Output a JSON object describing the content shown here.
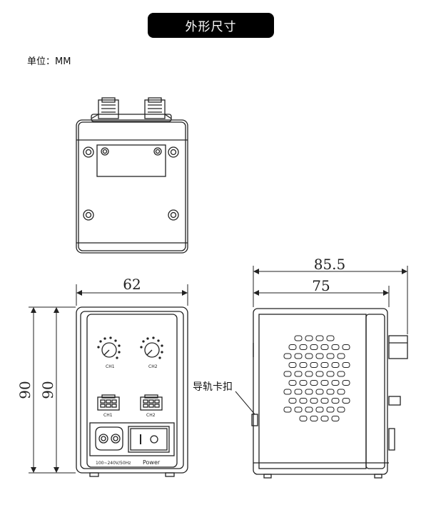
{
  "header": {
    "title": "外形尺寸"
  },
  "unit_label": "单位：MM",
  "dimensions": {
    "width": "62",
    "height_outer": "90",
    "height_inner": "90",
    "depth_total": "85.5",
    "depth_body": "75"
  },
  "front_panel": {
    "knob1_label": "CH1",
    "knob2_label": "CH2",
    "connector1_label": "CH1",
    "connector2_label": "CH2",
    "power_spec": "100~240V/50Hz",
    "power_label": "Power"
  },
  "callout": {
    "din_rail_clip": "导轨卡扣"
  },
  "colors": {
    "title_bg": "#000000",
    "title_text": "#ffffff",
    "line": "#222222"
  }
}
